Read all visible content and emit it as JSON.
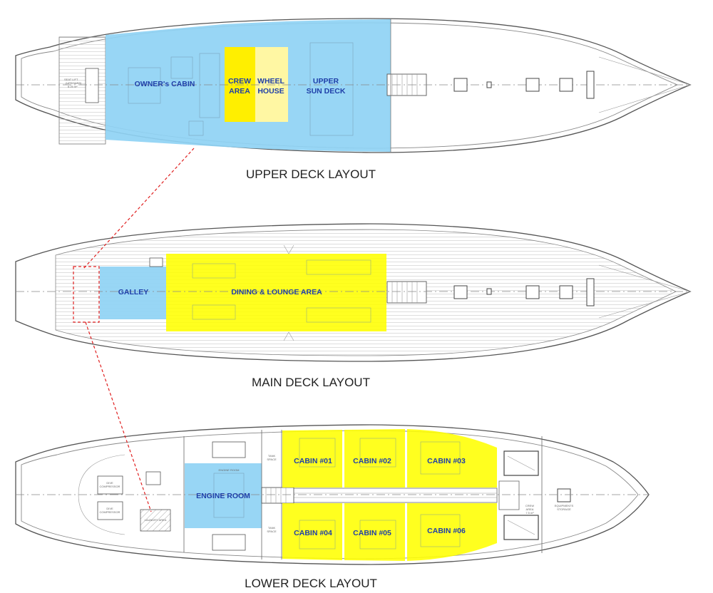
{
  "upper_deck": {
    "title": "UPPER DECK LAYOUT",
    "rooms": {
      "owners_cabin": "OWNER's CABIN",
      "crew_area": [
        "CREW",
        "AREA"
      ],
      "wheel_house": [
        "WHEEL",
        "HOUSE"
      ],
      "upper_sun_deck": [
        "UPPER",
        "SUN DECK"
      ]
    },
    "small_label": [
      "SEAT LIFT",
      "(UPSTAIRS)",
      "8.25 m²"
    ]
  },
  "main_deck": {
    "title": "MAIN DECK LAYOUT",
    "rooms": {
      "galley": "GALLEY",
      "dining_lounge": "DINING & LOUNGE AREA"
    }
  },
  "lower_deck": {
    "title": "LOWER DECK LAYOUT",
    "rooms": {
      "engine_room": "ENGINE ROOM",
      "cabin_01": "CABIN #01",
      "cabin_02": "CABIN #02",
      "cabin_03": "CABIN #03",
      "cabin_04": "CABIN #04",
      "cabin_05": "CABIN #05",
      "cabin_06": "CABIN #06"
    },
    "small_labels": {
      "dive_compressor_1": [
        "DIVE",
        "COMPRESSOR"
      ],
      "dive_compressor_2": [
        "DIVE",
        "COMPRESSOR"
      ],
      "tank_space_1": [
        "TANK",
        "SPACE"
      ],
      "tank_space_2": [
        "TANK",
        "SPACE"
      ],
      "crew_area": [
        "CREW",
        "AREA",
        "7.5 m²"
      ],
      "equipments_storage": [
        "EQUIPMENTS",
        "STORAGE"
      ],
      "laundry": "LAUNDRY AREA",
      "engine_label": "ENGINE ROOM"
    }
  },
  "colors": {
    "blue_zone": "#8fd3f4",
    "yellow_zone": "#ffff00",
    "pale_yellow_zone": "#fff7a3",
    "label_text": "#1f3fa8",
    "connector": "#e02020"
  }
}
